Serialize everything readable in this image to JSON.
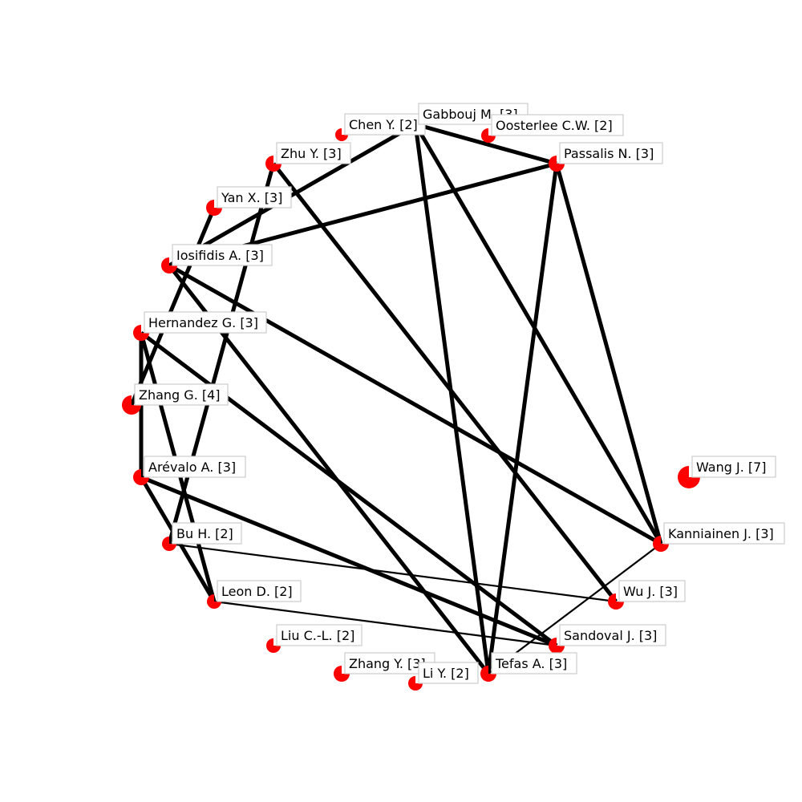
{
  "colors": {
    "node": "#ff0000",
    "edge": "#000000",
    "background": "#ffffff",
    "label_border": "#cccccc"
  },
  "graph": {
    "nodes": [
      {
        "id": "chen",
        "label": "Chen Y. [2]"
      },
      {
        "id": "gabbouj",
        "label": "Gabbouj M. [3]"
      },
      {
        "id": "oosterlee",
        "label": "Oosterlee C.W. [2]"
      },
      {
        "id": "passalis",
        "label": "Passalis N. [3]"
      },
      {
        "id": "zhuy",
        "label": "Zhu Y. [3]"
      },
      {
        "id": "yanx",
        "label": "Yan X. [3]"
      },
      {
        "id": "iosifidis",
        "label": "Iosifidis A. [3]"
      },
      {
        "id": "hernandez",
        "label": "Hernandez G. [3]"
      },
      {
        "id": "zhangg",
        "label": "Zhang G. [4]"
      },
      {
        "id": "arevalo",
        "label": "Arévalo A. [3]"
      },
      {
        "id": "buh",
        "label": "Bu H. [2]"
      },
      {
        "id": "leon",
        "label": "Leon D. [2]"
      },
      {
        "id": "liucl",
        "label": "Liu C.-L. [2]"
      },
      {
        "id": "zhangy",
        "label": "Zhang Y. [3]"
      },
      {
        "id": "liy",
        "label": "Li Y. [2]"
      },
      {
        "id": "tefas",
        "label": "Tefas A. [3]"
      },
      {
        "id": "sandoval",
        "label": "Sandoval J. [3]"
      },
      {
        "id": "wuj",
        "label": "Wu J. [3]"
      },
      {
        "id": "kanniainen",
        "label": "Kanniainen J. [3]"
      },
      {
        "id": "wangj",
        "label": "Wang J. [7]"
      }
    ],
    "edges": [
      {
        "source": "gabbouj",
        "target": "passalis",
        "weight": "thick"
      },
      {
        "source": "gabbouj",
        "target": "kanniainen",
        "weight": "thick"
      },
      {
        "source": "gabbouj",
        "target": "tefas",
        "weight": "thick"
      },
      {
        "source": "gabbouj",
        "target": "iosifidis",
        "weight": "thick"
      },
      {
        "source": "passalis",
        "target": "iosifidis",
        "weight": "thick"
      },
      {
        "source": "passalis",
        "target": "kanniainen",
        "weight": "thick"
      },
      {
        "source": "passalis",
        "target": "tefas",
        "weight": "thick"
      },
      {
        "source": "iosifidis",
        "target": "kanniainen",
        "weight": "thick"
      },
      {
        "source": "iosifidis",
        "target": "tefas",
        "weight": "thick"
      },
      {
        "source": "zhuy",
        "target": "wuj",
        "weight": "thick"
      },
      {
        "source": "zhuy",
        "target": "buh",
        "weight": "thick"
      },
      {
        "source": "yanx",
        "target": "zhangg",
        "weight": "thick"
      },
      {
        "source": "hernandez",
        "target": "arevalo",
        "weight": "thick"
      },
      {
        "source": "hernandez",
        "target": "sandoval",
        "weight": "thick"
      },
      {
        "source": "hernandez",
        "target": "leon",
        "weight": "thick"
      },
      {
        "source": "arevalo",
        "target": "sandoval",
        "weight": "thick"
      },
      {
        "source": "arevalo",
        "target": "leon",
        "weight": "thick"
      },
      {
        "source": "buh",
        "target": "wuj",
        "weight": "thin"
      },
      {
        "source": "leon",
        "target": "sandoval",
        "weight": "thin"
      },
      {
        "source": "tefas",
        "target": "kanniainen",
        "weight": "thin"
      }
    ]
  }
}
